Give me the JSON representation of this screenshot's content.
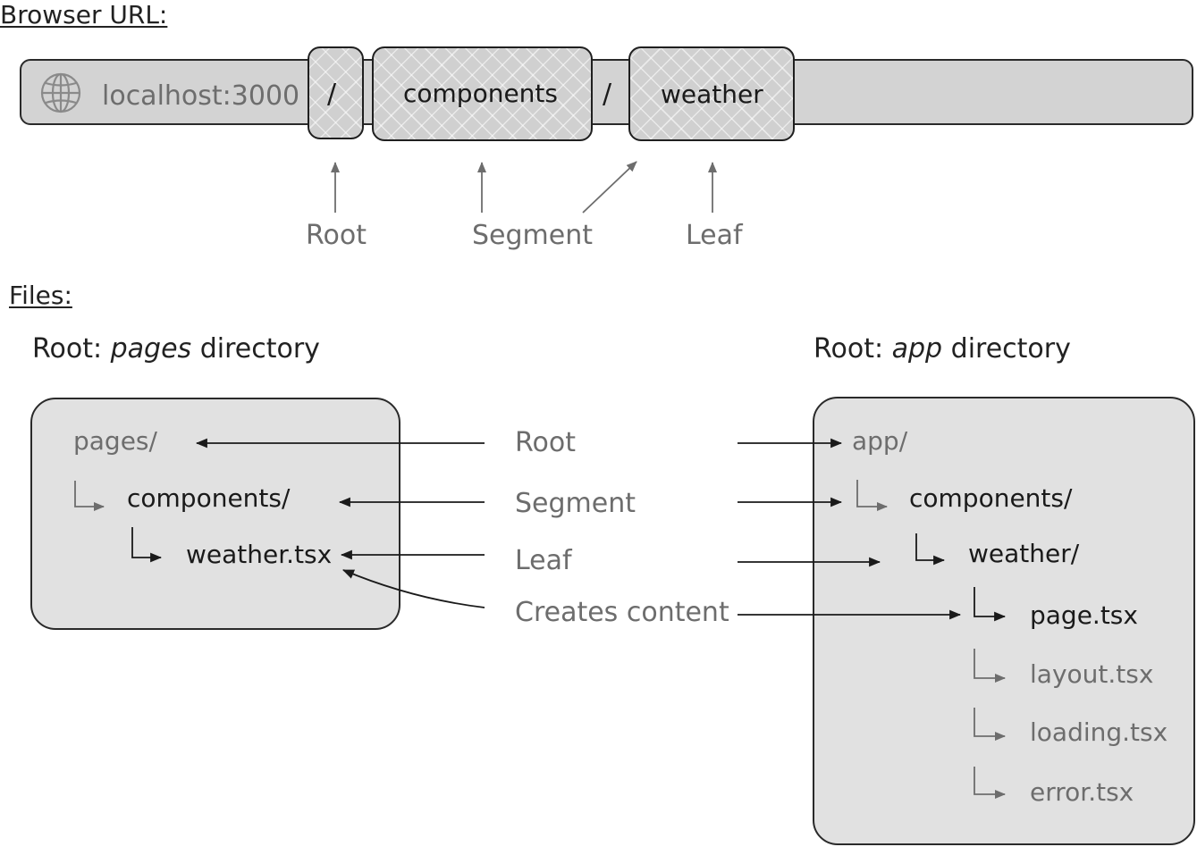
{
  "headings": {
    "browser_url": "Browser URL:",
    "files": "Files:"
  },
  "url_bar": {
    "icon": "globe-icon",
    "host": "localhost:3000",
    "root_slash": "/",
    "segment": "components",
    "separator": "/",
    "leaf": "weather"
  },
  "url_labels": {
    "root": "Root",
    "segment": "Segment",
    "leaf": "Leaf"
  },
  "pages_title": {
    "prefix": "Root: ",
    "emph": "pages",
    "suffix": " directory"
  },
  "app_title": {
    "prefix": "Root: ",
    "emph": "app",
    "suffix": " directory"
  },
  "pages_tree": {
    "root": "pages/",
    "segment": "components/",
    "leaf": "weather.tsx"
  },
  "app_tree": {
    "root": "app/",
    "segment": "components/",
    "leaf": "weather/",
    "files": [
      "page.tsx",
      "layout.tsx",
      "loading.tsx",
      "error.tsx"
    ]
  },
  "middle_labels": {
    "root": "Root",
    "segment": "Segment",
    "leaf": "Leaf",
    "creates": "Creates content"
  },
  "colors": {
    "panel": "#e1e1e1",
    "bar": "#d3d3d3",
    "muted_text": "#6d6d6d",
    "dark_text": "#1a1a1a"
  }
}
